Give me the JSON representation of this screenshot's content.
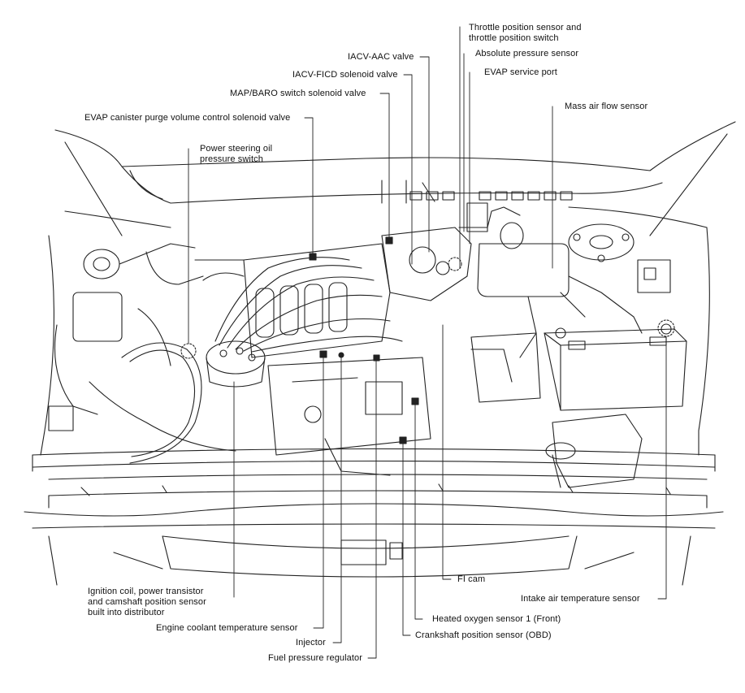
{
  "diagram": {
    "labels": {
      "throttle_sensor_line1": "Throttle position sensor and",
      "throttle_sensor_line2": "throttle position switch",
      "iacv_aac_valve": "IACV-AAC valve",
      "absolute_pressure_sensor": "Absolute pressure sensor",
      "iacv_ficd_solenoid_valve": "IACV-FICD solenoid valve",
      "evap_service_port": "EVAP service port",
      "map_baro_switch_solenoid_valve": "MAP/BARO switch solenoid valve",
      "mass_air_flow_sensor": "Mass air flow sensor",
      "evap_canister_purge_valve": "EVAP canister purge volume control solenoid valve",
      "power_steering_switch_line1": "Power steering oil",
      "power_steering_switch_line2": "pressure switch",
      "ignition_coil_line1": "Ignition coil, power transistor",
      "ignition_coil_line2": "and camshaft position sensor",
      "ignition_coil_line3": "built into distributor",
      "fi_cam": "FI cam",
      "intake_air_temperature_sensor": "Intake air temperature sensor",
      "heated_oxygen_sensor": "Heated oxygen sensor 1 (Front)",
      "engine_coolant_temperature_sensor": "Engine coolant temperature sensor",
      "crankshaft_position_sensor": "Crankshaft position sensor (OBD)",
      "injector": "Injector",
      "fuel_pressure_regulator": "Fuel pressure regulator"
    }
  }
}
